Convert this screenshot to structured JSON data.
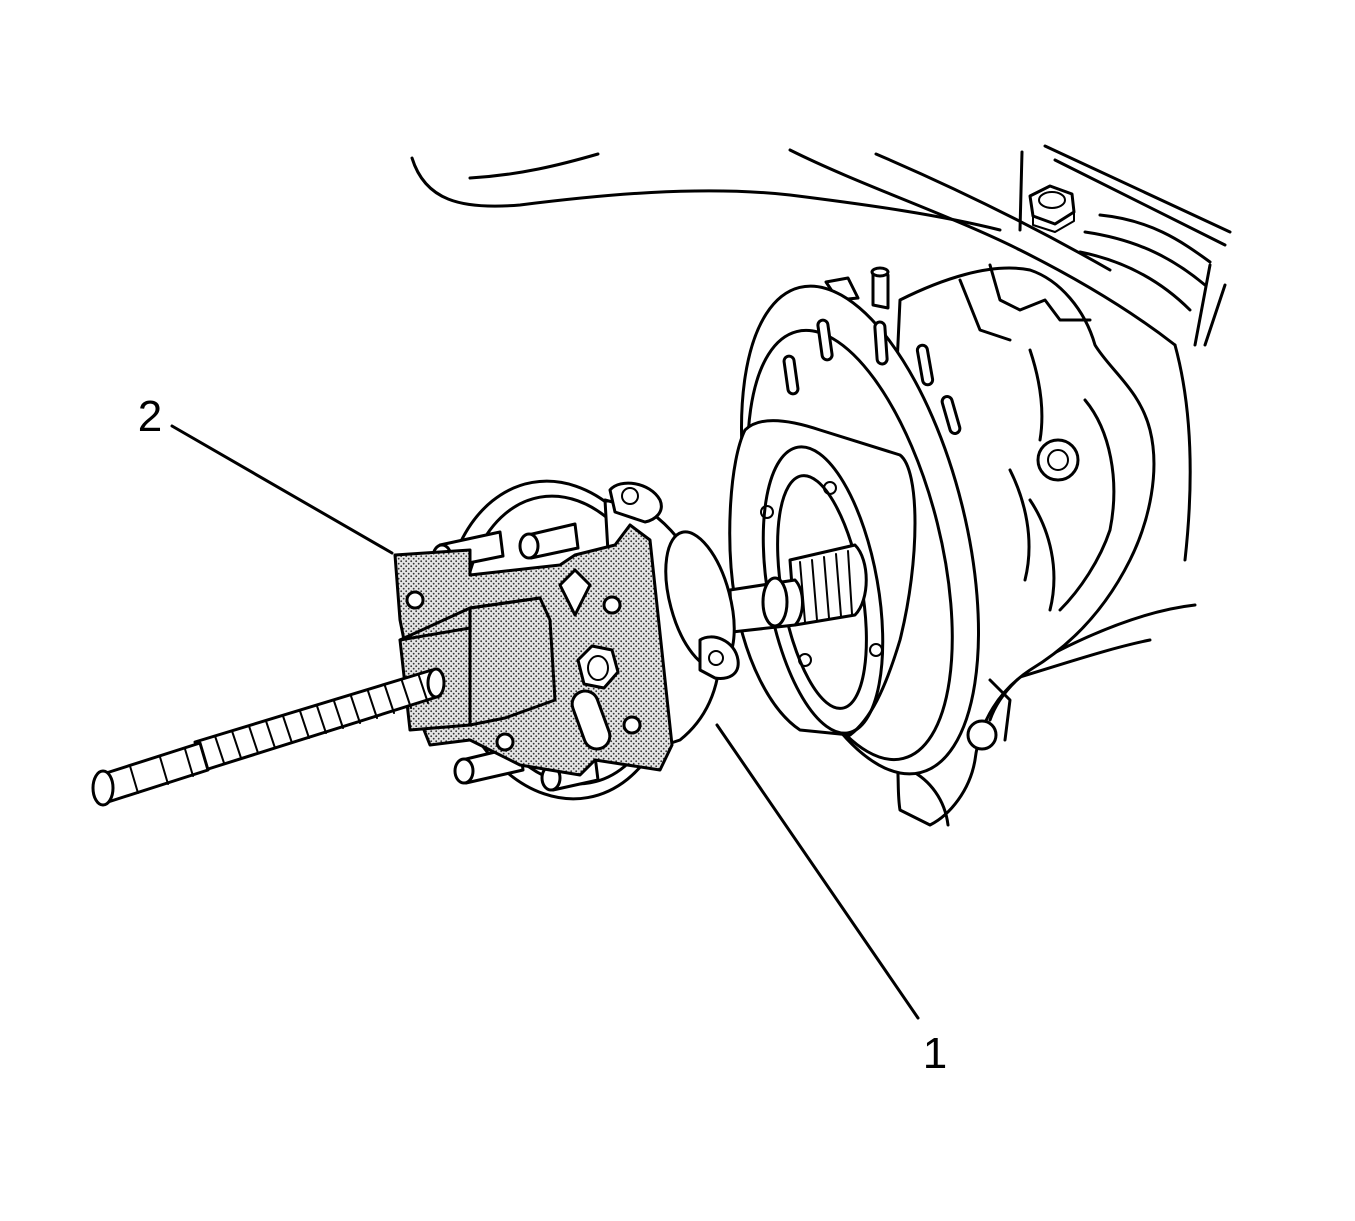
{
  "callouts": [
    {
      "id": "1",
      "label": "1"
    },
    {
      "id": "2",
      "label": "2"
    }
  ],
  "colors": {
    "line": "#000000",
    "background": "#ffffff",
    "stipple": "#d9d9d9"
  }
}
